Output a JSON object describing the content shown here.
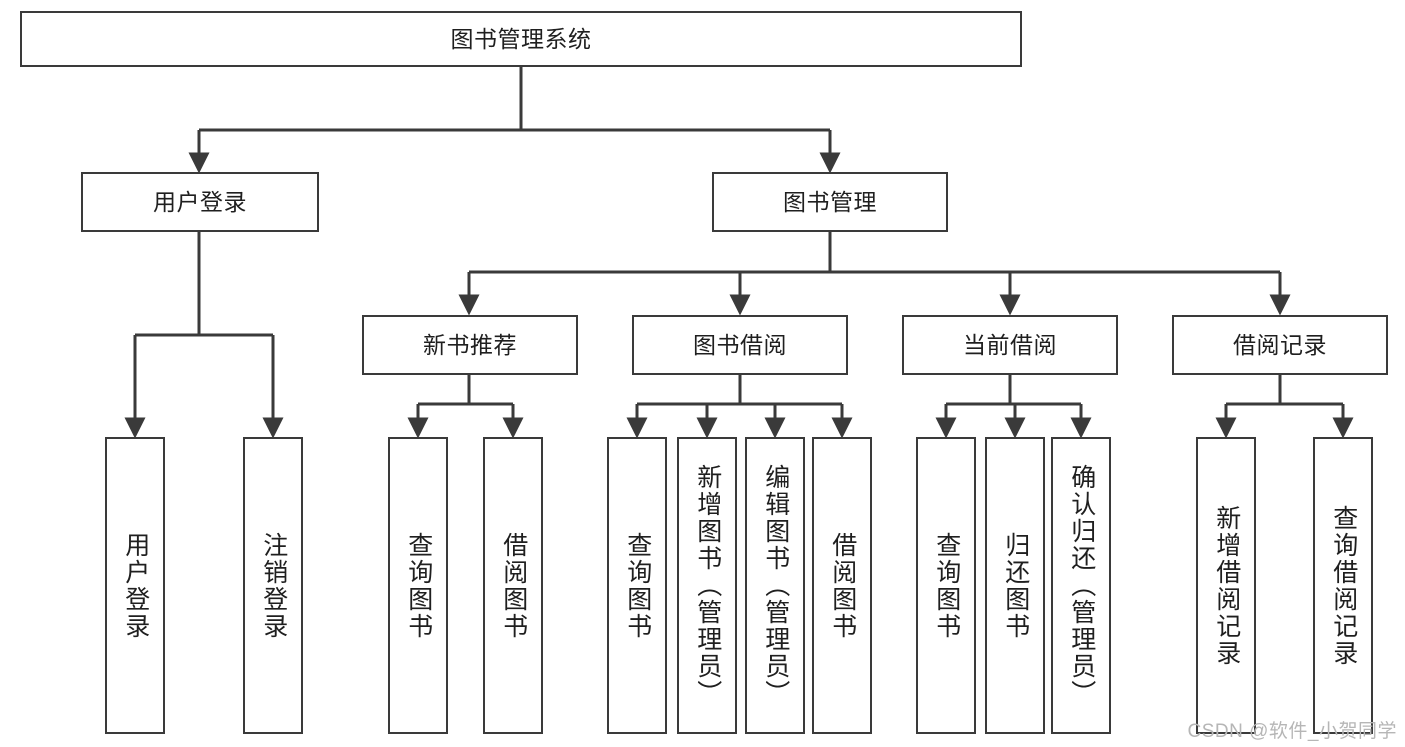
{
  "diagram": {
    "title": "图书管理系统",
    "type": "tree-hierarchy",
    "root": {
      "label": "图书管理系统"
    },
    "level1": [
      {
        "label": "用户登录"
      },
      {
        "label": "图书管理"
      }
    ],
    "level2": [
      {
        "label": "新书推荐"
      },
      {
        "label": "图书借阅"
      },
      {
        "label": "当前借阅"
      },
      {
        "label": "借阅记录"
      }
    ],
    "leaves": [
      {
        "label": "用户登录"
      },
      {
        "label": "注销登录"
      },
      {
        "label": "查询图书"
      },
      {
        "label": "借阅图书"
      },
      {
        "label": "查询图书"
      },
      {
        "label": "新增图书（管理员）"
      },
      {
        "label": "编辑图书（管理员）"
      },
      {
        "label": "借阅图书"
      },
      {
        "label": "查询图书"
      },
      {
        "label": "归还图书"
      },
      {
        "label": "确认归还（管理员）"
      },
      {
        "label": "新增借阅记录"
      },
      {
        "label": "查询借阅记录"
      }
    ],
    "edges": [
      {
        "from": "图书管理系统",
        "to": "用户登录"
      },
      {
        "from": "图书管理系统",
        "to": "图书管理"
      },
      {
        "from": "用户登录",
        "to": "用户登录"
      },
      {
        "from": "用户登录",
        "to": "注销登录"
      },
      {
        "from": "图书管理",
        "to": "新书推荐"
      },
      {
        "from": "图书管理",
        "to": "图书借阅"
      },
      {
        "from": "图书管理",
        "to": "当前借阅"
      },
      {
        "from": "图书管理",
        "to": "借阅记录"
      },
      {
        "from": "新书推荐",
        "to": "查询图书"
      },
      {
        "from": "新书推荐",
        "to": "借阅图书"
      },
      {
        "from": "图书借阅",
        "to": "查询图书"
      },
      {
        "from": "图书借阅",
        "to": "新增图书（管理员）"
      },
      {
        "from": "图书借阅",
        "to": "编辑图书（管理员）"
      },
      {
        "from": "图书借阅",
        "to": "借阅图书"
      },
      {
        "from": "当前借阅",
        "to": "查询图书"
      },
      {
        "from": "当前借阅",
        "to": "归还图书"
      },
      {
        "from": "当前借阅",
        "to": "确认归还（管理员）"
      },
      {
        "from": "借阅记录",
        "to": "新增借阅记录"
      },
      {
        "from": "借阅记录",
        "to": "查询借阅记录"
      }
    ],
    "colors": {
      "box_border": "#3a3a3a",
      "box_fill": "#ffffff",
      "connector": "#3a3a3a",
      "text": "#1f1f1f",
      "watermark": "#b6b6b6",
      "background": "#ffffff"
    }
  },
  "watermark": {
    "text": "CSDN @软件_小贺同学"
  }
}
